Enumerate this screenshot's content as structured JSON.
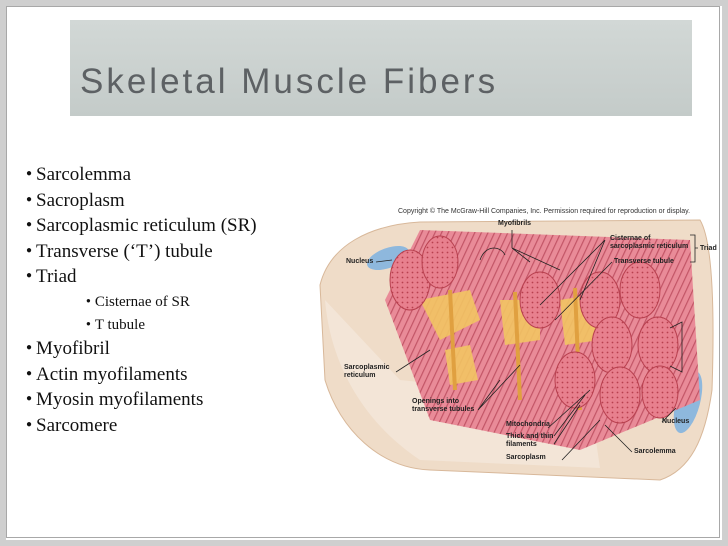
{
  "slide": {
    "title": "Skeletal Muscle Fibers",
    "bullets": [
      {
        "text": "Sarcolemma",
        "level": 1
      },
      {
        "text": "Sacroplasm",
        "level": 1
      },
      {
        "text": "Sarcoplasmic reticulum (SR)",
        "level": 1
      },
      {
        "text": "Transverse (‘T’) tubule",
        "level": 1
      },
      {
        "text": "Triad",
        "level": 1
      },
      {
        "text": "Cisternae of SR",
        "level": 2
      },
      {
        "text": "T tubule",
        "level": 2
      },
      {
        "text": "Myofibril",
        "level": 1
      },
      {
        "text": "Actin myofilaments",
        "level": 1
      },
      {
        "text": "Myosin myofilaments",
        "level": 1
      },
      {
        "text": "Sarcomere",
        "level": 1
      }
    ]
  },
  "figure": {
    "copyright": "Copyright © The McGraw-Hill Companies, Inc. Permission required for reproduction or display.",
    "labels": {
      "myofibrils": "Myofibrils",
      "cisternae_line1": "Cisternae of",
      "cisternae_line2": "sarcoplasmic reticulum",
      "triad": "Triad",
      "transverse_tubule": "Transverse tubule",
      "nucleus_left": "Nucleus",
      "sr_line1": "Sarcoplasmic",
      "sr_line2": "reticulum",
      "openings_line1": "Openings into",
      "openings_line2": "transverse tubules",
      "mitochondria": "Mitochondria",
      "filaments_line1": "Thick and thin",
      "filaments_line2": "filaments",
      "sarcoplasm": "Sarcoplasm",
      "nucleus_right": "Nucleus",
      "sarcolemma": "Sarcolemma"
    },
    "colors": {
      "myofibril": "#e8808e",
      "myofibril_dark": "#c95566",
      "sr": "#f2c463",
      "sarcolemma": "#e9b48c",
      "cell_surface": "#efdcc8",
      "nucleus": "#8eb8dd"
    }
  }
}
